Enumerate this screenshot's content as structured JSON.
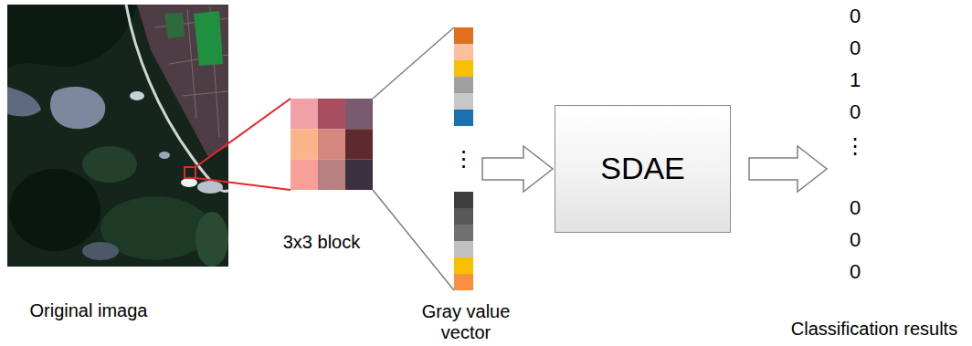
{
  "diagram": {
    "nodes": [
      {
        "text": [
          "Original imaga"
        ]
      },
      {
        "text": [
          "3x3 block"
        ]
      },
      {
        "text": [
          "⋮",
          "Gray value vector"
        ]
      },
      {
        "text": [
          "SDAE"
        ]
      },
      {
        "text": [
          "0",
          "0",
          "1",
          "0",
          "⋮",
          "0",
          "0",
          "0",
          "Classification results"
        ]
      }
    ],
    "edges": [
      {
        "from": 0,
        "to": 1,
        "arrow": "none"
      },
      {
        "from": 1,
        "to": 2,
        "arrow": "none"
      },
      {
        "from": 2,
        "to": 3,
        "arrow": "to"
      },
      {
        "from": 3,
        "to": 4,
        "arrow": "to"
      }
    ]
  }
}
